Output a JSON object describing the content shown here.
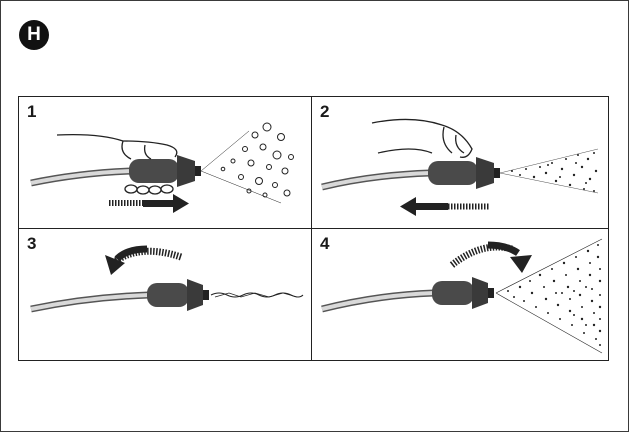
{
  "section_letter": "H",
  "steps": [
    {
      "number": "1"
    },
    {
      "number": "2"
    },
    {
      "number": "3"
    },
    {
      "number": "4"
    }
  ],
  "colors": {
    "nozzle": "#4a4a4a",
    "tube": "#bdbdbd",
    "ink": "#1a1a1a"
  }
}
